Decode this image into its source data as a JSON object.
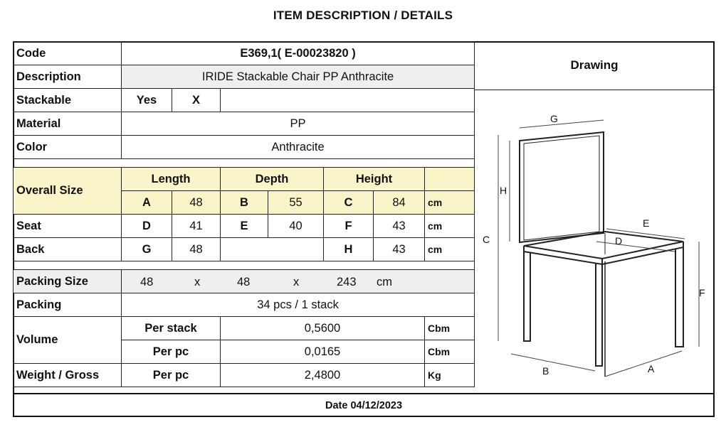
{
  "title": "ITEM DESCRIPTION / DETAILS",
  "drawing_label": "Drawing",
  "rows": {
    "code": {
      "label": "Code",
      "value": "E369,1( E-00023820 )"
    },
    "description": {
      "label": "Description",
      "value": "IRIDE Stackable Chair PP Anthracite"
    },
    "stackable": {
      "label": "Stackable",
      "yes": "Yes",
      "mark": "X"
    },
    "material": {
      "label": "Material",
      "value": "PP"
    },
    "color": {
      "label": "Color",
      "value": "Anthracite"
    }
  },
  "overall": {
    "label": "Overall Size",
    "headers": [
      "Length",
      "Depth",
      "Height"
    ],
    "letters": [
      "A",
      "B",
      "C"
    ],
    "values": [
      "48",
      "55",
      "84"
    ],
    "unit": "cm"
  },
  "seat": {
    "label": "Seat",
    "letters": [
      "D",
      "E",
      "F"
    ],
    "values": [
      "41",
      "40",
      "43"
    ],
    "unit": "cm"
  },
  "back": {
    "label": "Back",
    "letters": [
      "G",
      "H"
    ],
    "values": [
      "48",
      "43"
    ],
    "unit": "cm"
  },
  "packing_size": {
    "label": "Packing Size",
    "values": [
      "48",
      "48",
      "243"
    ],
    "sep": "x",
    "unit": "cm"
  },
  "packing": {
    "label": "Packing",
    "value": "34 pcs / 1 stack"
  },
  "volume": {
    "label": "Volume",
    "rows": [
      {
        "sub": "Per stack",
        "value": "0,5600",
        "unit": "Cbm"
      },
      {
        "sub": "Per pc",
        "value": "0,0165",
        "unit": "Cbm"
      }
    ]
  },
  "weight": {
    "label": "Weight / Gross",
    "sub": "Per pc",
    "value": "2,4800",
    "unit": "Kg"
  },
  "date": "Date 04/12/2023",
  "drawing_letters": {
    "G": "G",
    "H": "H",
    "C": "C",
    "E": "E",
    "D": "D",
    "F": "F",
    "B": "B",
    "A": "A"
  }
}
